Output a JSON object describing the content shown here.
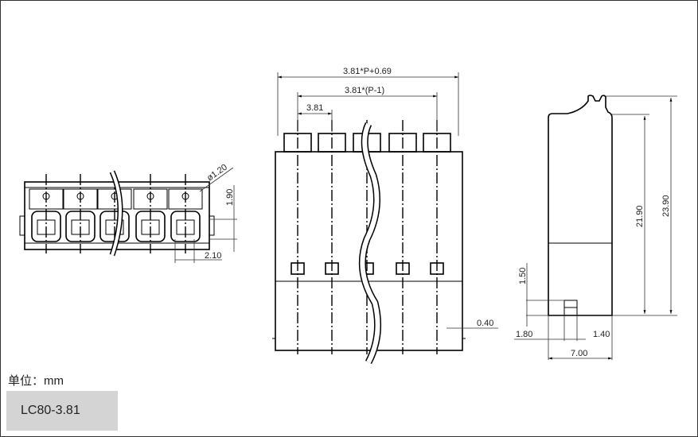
{
  "unit_label": "单位：mm",
  "model": "LC80-3.81",
  "left_view": {
    "diameter": "ø1.20",
    "height": "1.90",
    "offset": "2.10"
  },
  "front_view": {
    "overall": "3.81*P+0.69",
    "span": "3.81*(P-1)",
    "pitch": "3.81",
    "edge": "0.40"
  },
  "side_view": {
    "body_height": "21.90",
    "total_height": "23.90",
    "slot_height": "1.50",
    "left_offset": "1.80",
    "right_offset": "1.40",
    "width": "7.00"
  }
}
